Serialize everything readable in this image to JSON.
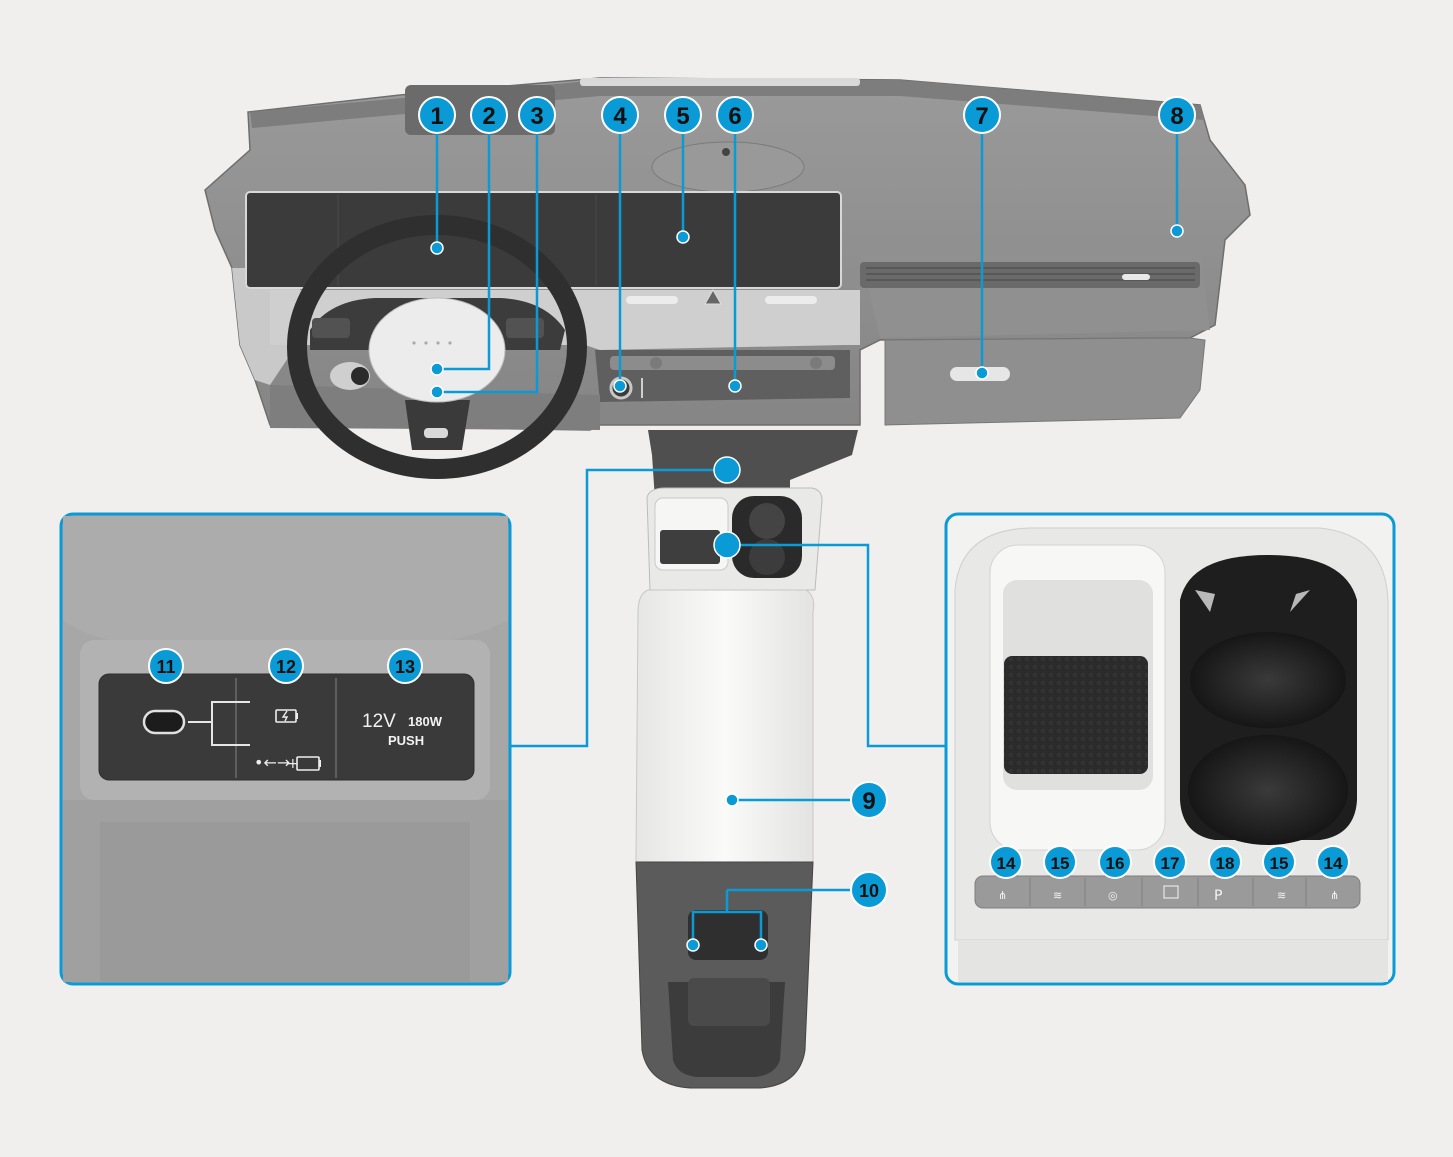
{
  "callouts": {
    "c1": "1",
    "c2": "2",
    "c3": "3",
    "c4": "4",
    "c5": "5",
    "c6": "6",
    "c7": "7",
    "c8": "8",
    "c9": "9",
    "c10": "10",
    "c11": "11",
    "c12": "12",
    "c13": "13",
    "c14": "14",
    "c15": "15",
    "c16": "16",
    "c17": "17",
    "c18": "18"
  },
  "left_panel": {
    "socket_voltage": "12V",
    "socket_power": "180W",
    "socket_push": "PUSH"
  },
  "colors": {
    "callout": "#0a9bd6",
    "background": "#f0efed",
    "dash_dark": "#8a8a8a",
    "dash_mid": "#a4a4a4",
    "console_white": "#f4f4f2",
    "console_dark": "#5c5c5c"
  }
}
